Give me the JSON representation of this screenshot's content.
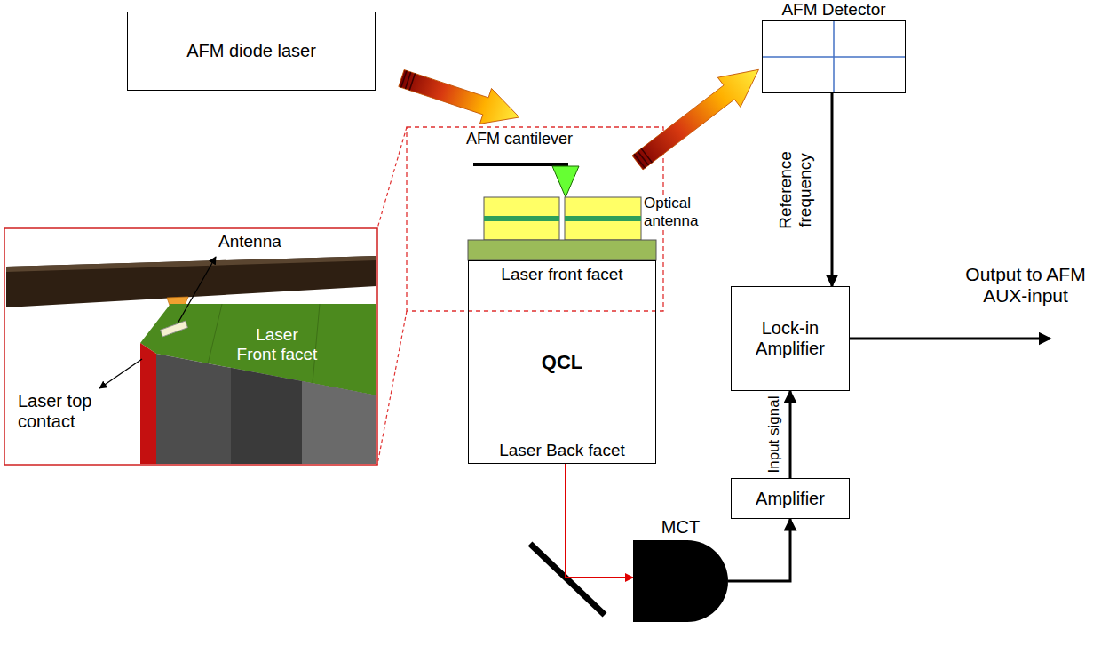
{
  "diagram": {
    "nodes": [
      {
        "text": [
          "AFM diode laser"
        ]
      },
      {
        "text": [
          "AFM Detector"
        ]
      },
      {
        "text": [
          "Laser front facet",
          "QCL",
          "Laser Back facet"
        ]
      },
      {
        "text": [
          "Lock-in Amplifier"
        ]
      },
      {
        "text": [
          "Amplifier"
        ]
      },
      {
        "text": [
          "MCT"
        ]
      }
    ],
    "edges": [
      {
        "from": 1,
        "to": 3,
        "arrow": "to",
        "label": "Reference frequency"
      },
      {
        "from": 2,
        "to": 5,
        "arrow": "to"
      },
      {
        "from": 5,
        "to": 4,
        "arrow": "to"
      },
      {
        "from": 4,
        "to": 3,
        "arrow": "to",
        "label": "Input signal"
      }
    ],
    "labels": [
      "AFM cantilever",
      "Optical antenna",
      "Antenna",
      "Laser Front facet",
      "Laser top contact",
      "Output to AFM AUX-input"
    ]
  }
}
